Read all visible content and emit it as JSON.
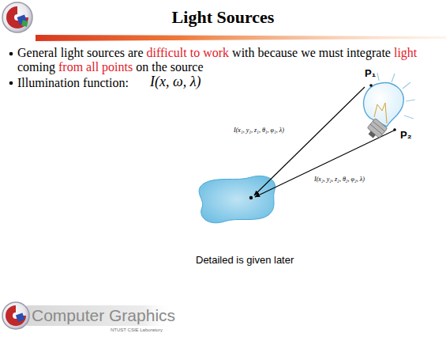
{
  "diagram": {
    "title": "Light Sources",
    "labels": [
      "General light sources are difficult to work with because we must integrate light coming from all points on the source",
      "Illumination function:",
      "I(x, ω, λ)",
      "P₁",
      "I(x₁, y₁, z₁, θ₁, φ₁, λ)",
      "P₂",
      "I(x₂, y₂, z₂, θ₂, φ₂, λ)",
      "Detailed is given later",
      "Computer Graphics",
      "NTUST CSIE Laboratory"
    ]
  }
}
